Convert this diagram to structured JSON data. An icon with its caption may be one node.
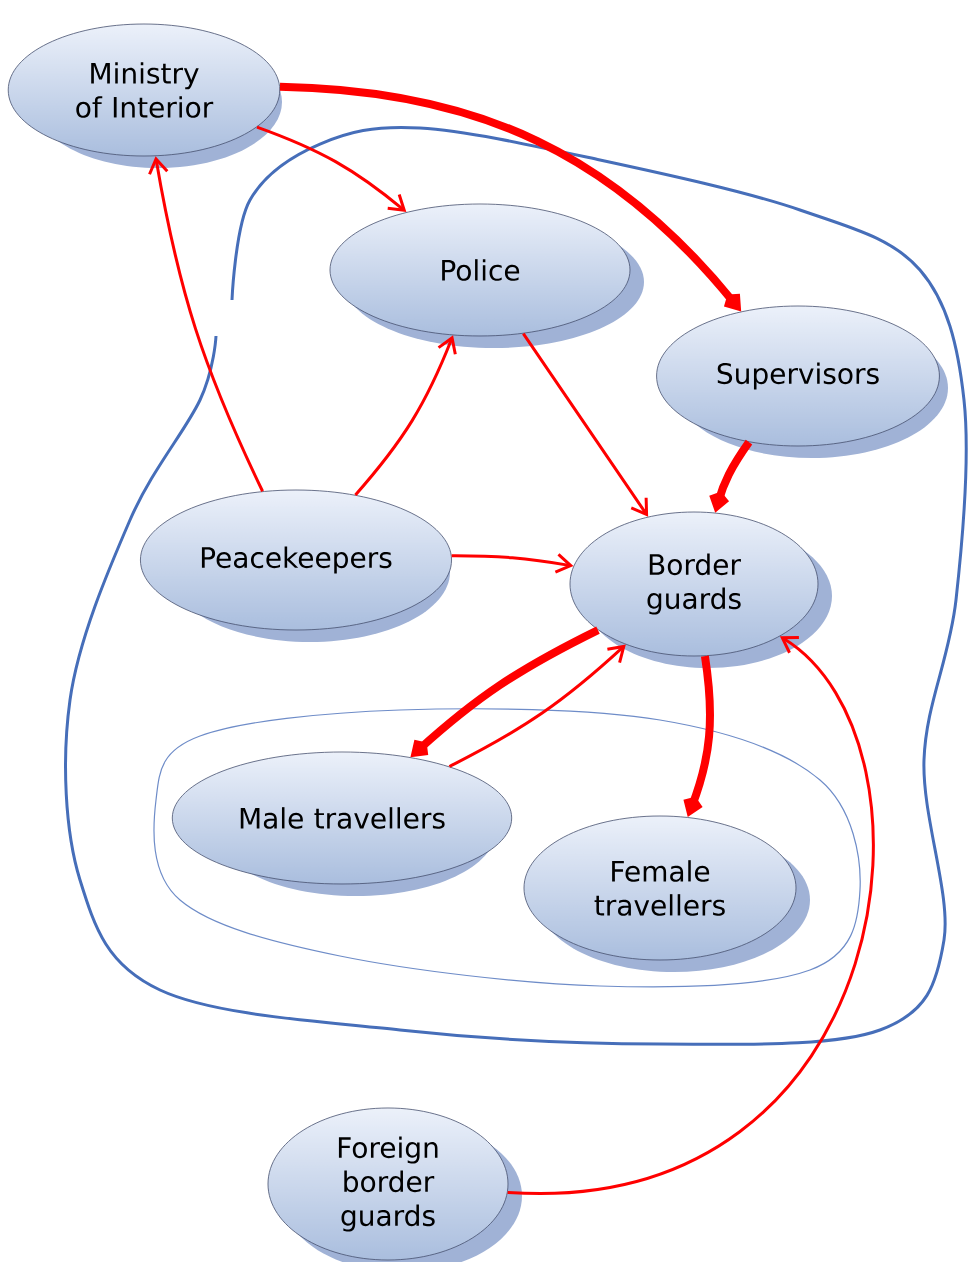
{
  "diagram": {
    "nodes": [
      {
        "text": [
          "Ministry of Interior"
        ]
      },
      {
        "text": [
          "Police"
        ]
      },
      {
        "text": [
          "Supervisors"
        ]
      },
      {
        "text": [
          "Peacekeepers"
        ]
      },
      {
        "text": [
          "Border guards"
        ]
      },
      {
        "text": [
          "Male travellers"
        ]
      },
      {
        "text": [
          "Female travellers"
        ]
      },
      {
        "text": [
          "Foreign border guards"
        ]
      }
    ],
    "edges": [
      {
        "from": 0,
        "to": 1,
        "arrow": "to"
      },
      {
        "from": 0,
        "to": 2,
        "arrow": "to",
        "style": "thick"
      },
      {
        "from": 3,
        "to": 0,
        "arrow": "to"
      },
      {
        "from": 3,
        "to": 1,
        "arrow": "to"
      },
      {
        "from": 1,
        "to": 4,
        "arrow": "to"
      },
      {
        "from": 3,
        "to": 4,
        "arrow": "to"
      },
      {
        "from": 2,
        "to": 4,
        "arrow": "to",
        "style": "thick"
      },
      {
        "from": 4,
        "to": 5,
        "arrow": "to",
        "style": "thick"
      },
      {
        "from": 5,
        "to": 4,
        "arrow": "to"
      },
      {
        "from": 4,
        "to": 6,
        "arrow": "to",
        "style": "thick"
      },
      {
        "from": 7,
        "to": 4,
        "arrow": "to"
      }
    ]
  }
}
